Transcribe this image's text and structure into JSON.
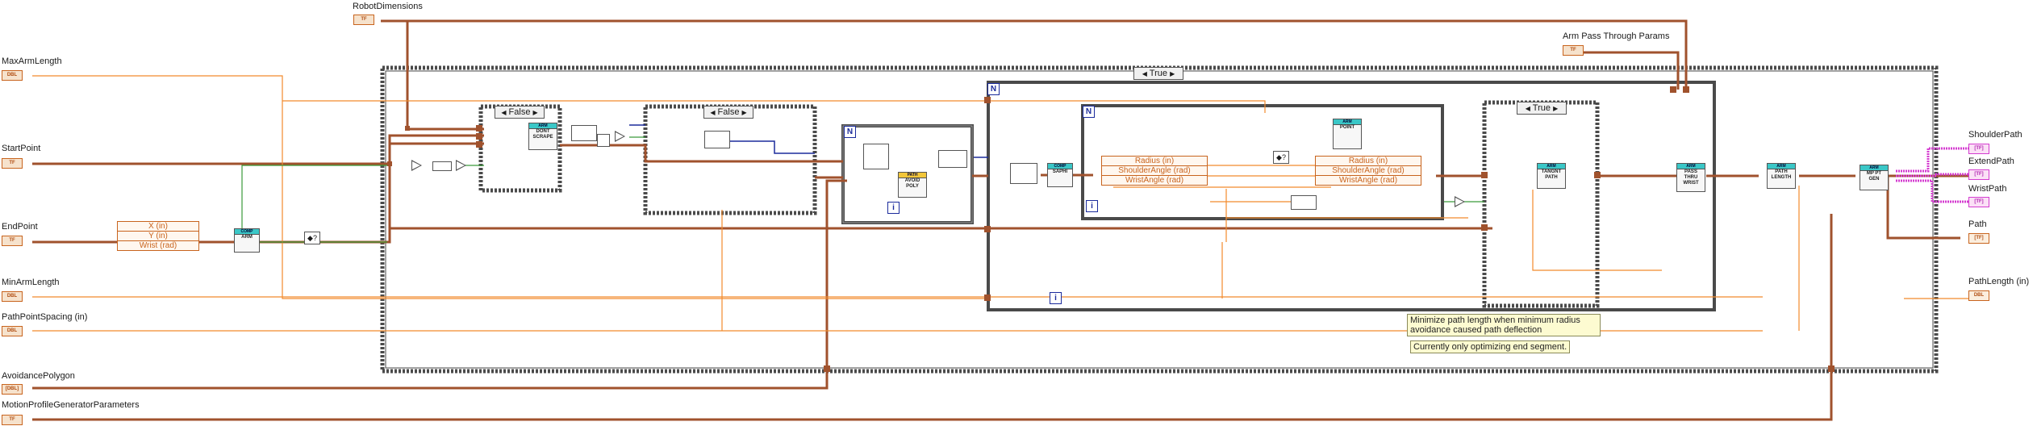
{
  "controls": {
    "robot_dimensions": "RobotDimensions",
    "max_arm_length": "MaxArmLength",
    "start_point": "StartPoint",
    "end_point": "EndPoint",
    "min_arm_length": "MinArmLength",
    "path_point_spacing": "PathPointSpacing (in)",
    "avoidance_polygon": "AvoidancePolygon",
    "motion_profile_params": "MotionProfileGeneratorParameters",
    "arm_pass_through_params": "Arm Pass Through Params"
  },
  "indicators": {
    "shoulder_path": "ShoulderPath",
    "extend_path": "ExtendPath",
    "wrist_path": "WristPath",
    "path": "Path",
    "path_length": "PathLength (in)"
  },
  "terminal_types": {
    "dbl": "DBL",
    "cluster": "TF",
    "arr": "[DBL]",
    "path": "[TF]"
  },
  "case_structures": {
    "outer_true": "True",
    "inner_false_1": "False",
    "inner_false_2": "False",
    "inner_true": "True"
  },
  "loop_labels": {
    "count": "N",
    "iteration": "i"
  },
  "bundles": {
    "endpoint_unbundle": [
      "X (in)",
      "Y (in)",
      "Wrist (rad)"
    ],
    "loop_unbundle": [
      "Radius (in)",
      "ShoulderAngle (rad)",
      "WristAngle (rad)"
    ],
    "loop_bundle": [
      "Radius (in)",
      "ShoulderAngle (rad)",
      "WristAngle (rad)"
    ]
  },
  "subvis": {
    "comp_arm": [
      "COMP",
      "ARM"
    ],
    "arm_dont_scrape": [
      "ARM",
      "DONT",
      "SCRAPE"
    ],
    "path_avoid_poly": [
      "PATH",
      "AVOID",
      "POLY"
    ],
    "comp_unique": [
      "COMP",
      "SAPHI"
    ],
    "arm_point": [
      "ARM",
      "POINT"
    ],
    "arm_tangent_path": [
      "ARM",
      "TANGNT",
      "PATH"
    ],
    "arm_pass_thru_wrist": [
      "ARM",
      "PASS",
      "THRU",
      "WRIST"
    ],
    "arm_path_length": [
      "ARM",
      "PATH",
      "LENGTH"
    ],
    "arm_mp_pt_gen": [
      "ARM",
      "MP PT",
      "GEN"
    ]
  },
  "comments": {
    "minimize_note": "Minimize path length when minimum radius avoidance caused path deflection",
    "optimize_note": "Currently only optimizing end segment."
  },
  "colors": {
    "numeric_wire": "#f28a2c",
    "cluster_wire": "#a0522d",
    "boolean_wire": "#3a9a3a",
    "integer_wire": "#1b2b9c",
    "waveform_wire": "#d43cd0"
  }
}
